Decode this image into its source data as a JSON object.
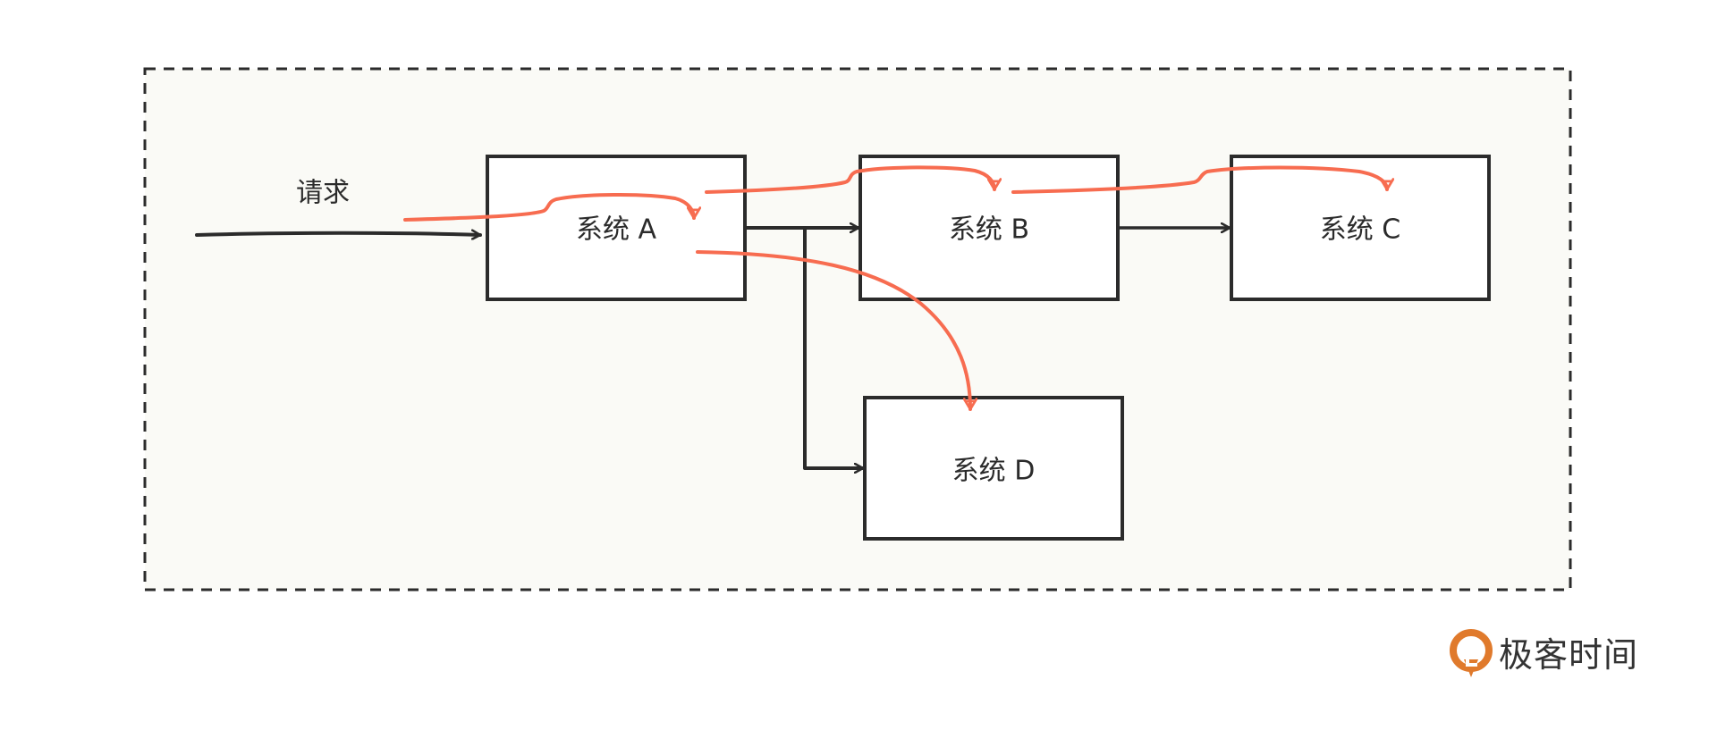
{
  "diagram": {
    "title": "",
    "colors": {
      "ink": "#2b2b2b",
      "flow": "#F76C50",
      "region_fill": "#FAFAF6",
      "box_fill": "#FFFFFF",
      "logo_orange": "#E07A2C",
      "logo_text": "#333333"
    },
    "request_label": "请求",
    "nodes": [
      {
        "id": "A",
        "label": "系统 A"
      },
      {
        "id": "B",
        "label": "系统 B"
      },
      {
        "id": "C",
        "label": "系统 C"
      },
      {
        "id": "D",
        "label": "系统 D"
      }
    ],
    "edges": [
      {
        "from": "request",
        "to": "A",
        "style": "solid-black"
      },
      {
        "from": "A",
        "to": "B",
        "style": "solid-black"
      },
      {
        "from": "A",
        "to": "D",
        "style": "solid-black"
      },
      {
        "from": "B",
        "to": "C",
        "style": "solid-black"
      }
    ],
    "flow_paths": [
      {
        "from": "request",
        "to": "A",
        "style": "hand-drawn-red"
      },
      {
        "from": "A",
        "to": "B",
        "style": "hand-drawn-red"
      },
      {
        "from": "B",
        "to": "C",
        "style": "hand-drawn-red"
      },
      {
        "from": "A",
        "to": "D",
        "style": "hand-drawn-red"
      }
    ],
    "boundary": {
      "style": "dashed"
    }
  },
  "watermark": {
    "icon": "geektime-logo-icon",
    "text": "极客时间"
  }
}
